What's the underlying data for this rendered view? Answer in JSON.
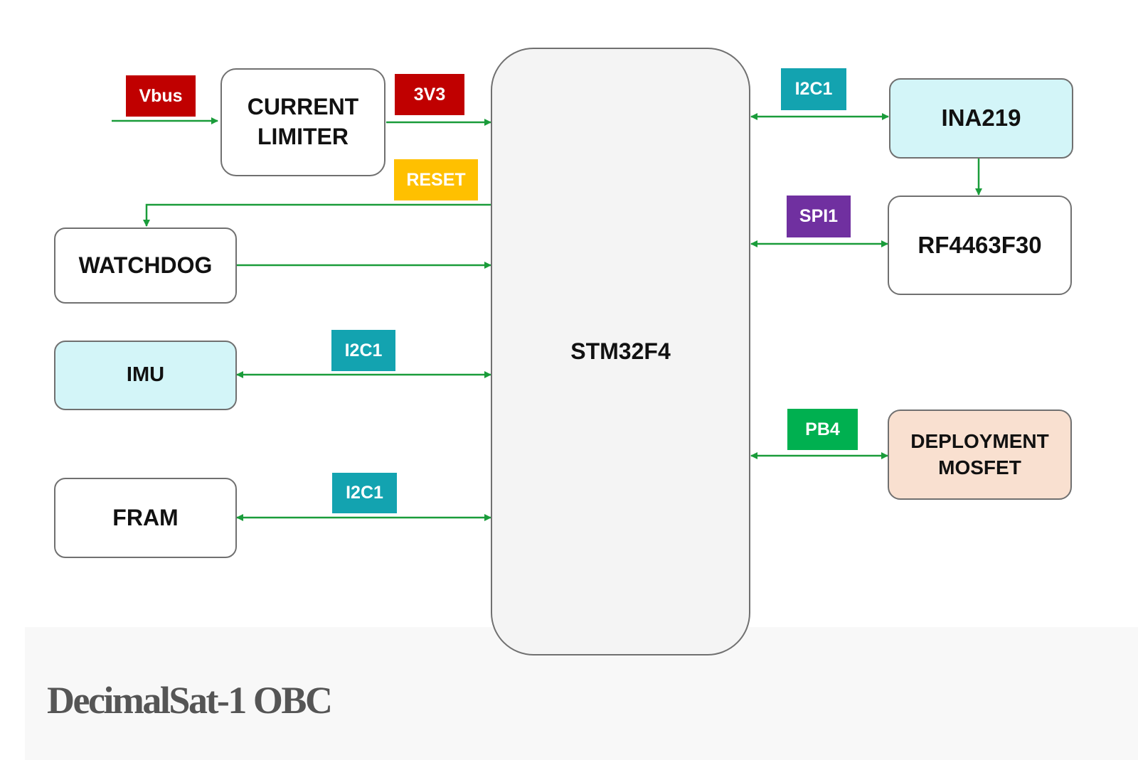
{
  "title": "DecimalSat-1 OBC",
  "colors": {
    "wire": "#1a9c3a",
    "power_tag": "#c00000",
    "reset_tag": "#ffc000",
    "i2c_tag": "#13a3b0",
    "spi_tag": "#7030a0",
    "gpio_tag": "#00b050",
    "highlight_block": "#d3f5f8",
    "deployment_block": "#f9e0d0"
  },
  "blocks": {
    "mcu": "STM32F4",
    "current_limiter": "CURRENT LIMITER",
    "watchdog": "WATCHDOG",
    "imu": "IMU",
    "fram": "FRAM",
    "ina219": "INA219",
    "rf": "RF4463F30",
    "deployment": "DEPLOYMENT MOSFET"
  },
  "tags": {
    "vbus": "Vbus",
    "v3v3": "3V3",
    "reset": "RESET",
    "imu_bus": "I2C1",
    "fram_bus": "I2C1",
    "ina_bus": "I2C1",
    "rf_bus": "SPI1",
    "deploy_pin": "PB4"
  }
}
